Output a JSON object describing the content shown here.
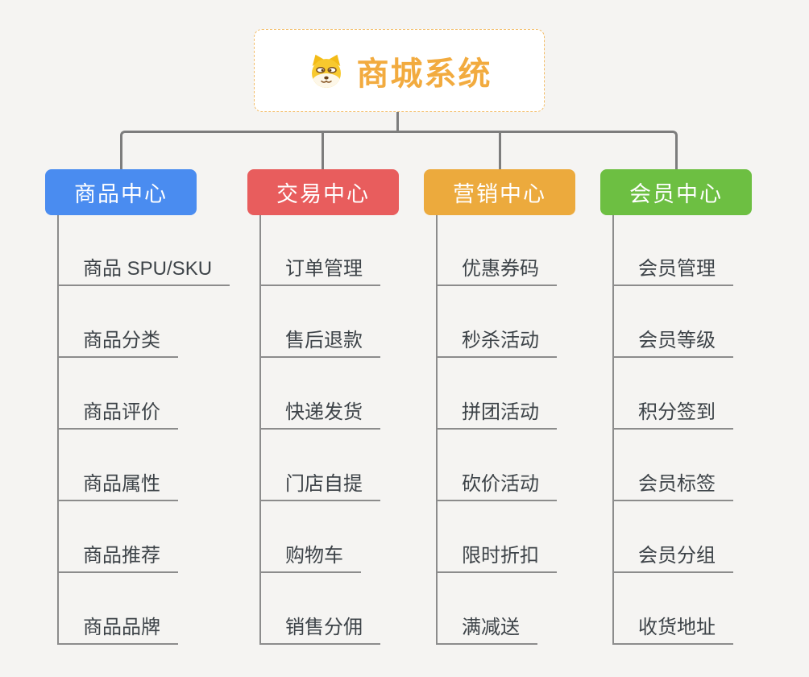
{
  "canvas": {
    "background_color": "#f5f4f2",
    "connector_color": "#7d7d7d"
  },
  "root": {
    "title": "商城系统",
    "icon": "dog-face-icon",
    "text_color": "#f2ab3f",
    "border_color": "#f3bd69"
  },
  "branches": [
    {
      "id": "product-center",
      "label": "商品中心",
      "color": "#4a8cf0",
      "children": [
        "商品 SPU/SKU",
        "商品分类",
        "商品评价",
        "商品属性",
        "商品推荐",
        "商品品牌"
      ]
    },
    {
      "id": "trade-center",
      "label": "交易中心",
      "color": "#e85d5d",
      "children": [
        "订单管理",
        "售后退款",
        "快递发货",
        "门店自提",
        "购物车",
        "销售分佣"
      ]
    },
    {
      "id": "marketing-center",
      "label": "营销中心",
      "color": "#ecaa3d",
      "children": [
        "优惠券码",
        "秒杀活动",
        "拼团活动",
        "砍价活动",
        "限时折扣",
        "满减送"
      ]
    },
    {
      "id": "member-center",
      "label": "会员中心",
      "color": "#6dbf42",
      "children": [
        "会员管理",
        "会员等级",
        "积分签到",
        "会员标签",
        "会员分组",
        "收货地址"
      ]
    }
  ]
}
